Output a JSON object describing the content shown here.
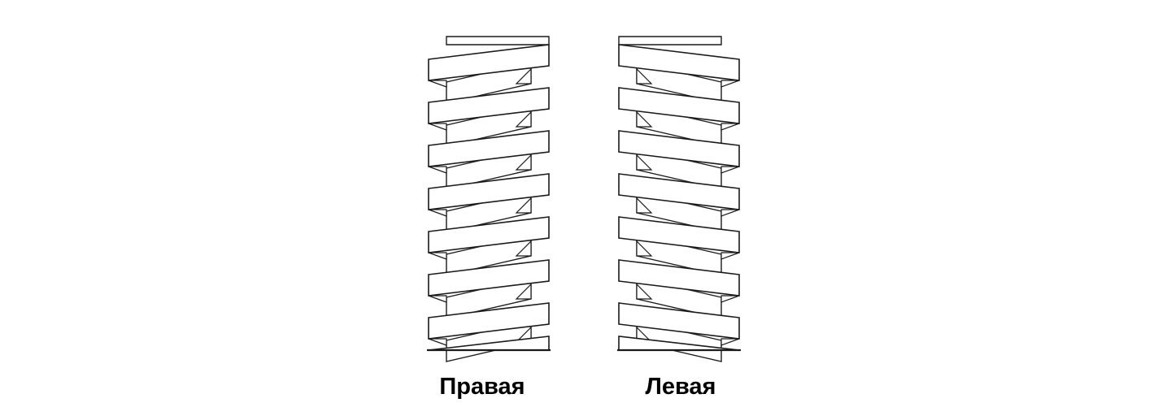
{
  "colors": {
    "stroke": "#1a1a1a",
    "fill": "#ffffff",
    "background": "#ffffff"
  },
  "threads": [
    {
      "id": "right-hand",
      "label": "Правая",
      "hand": "right"
    },
    {
      "id": "left-hand",
      "label": "Левая",
      "hand": "left"
    }
  ]
}
